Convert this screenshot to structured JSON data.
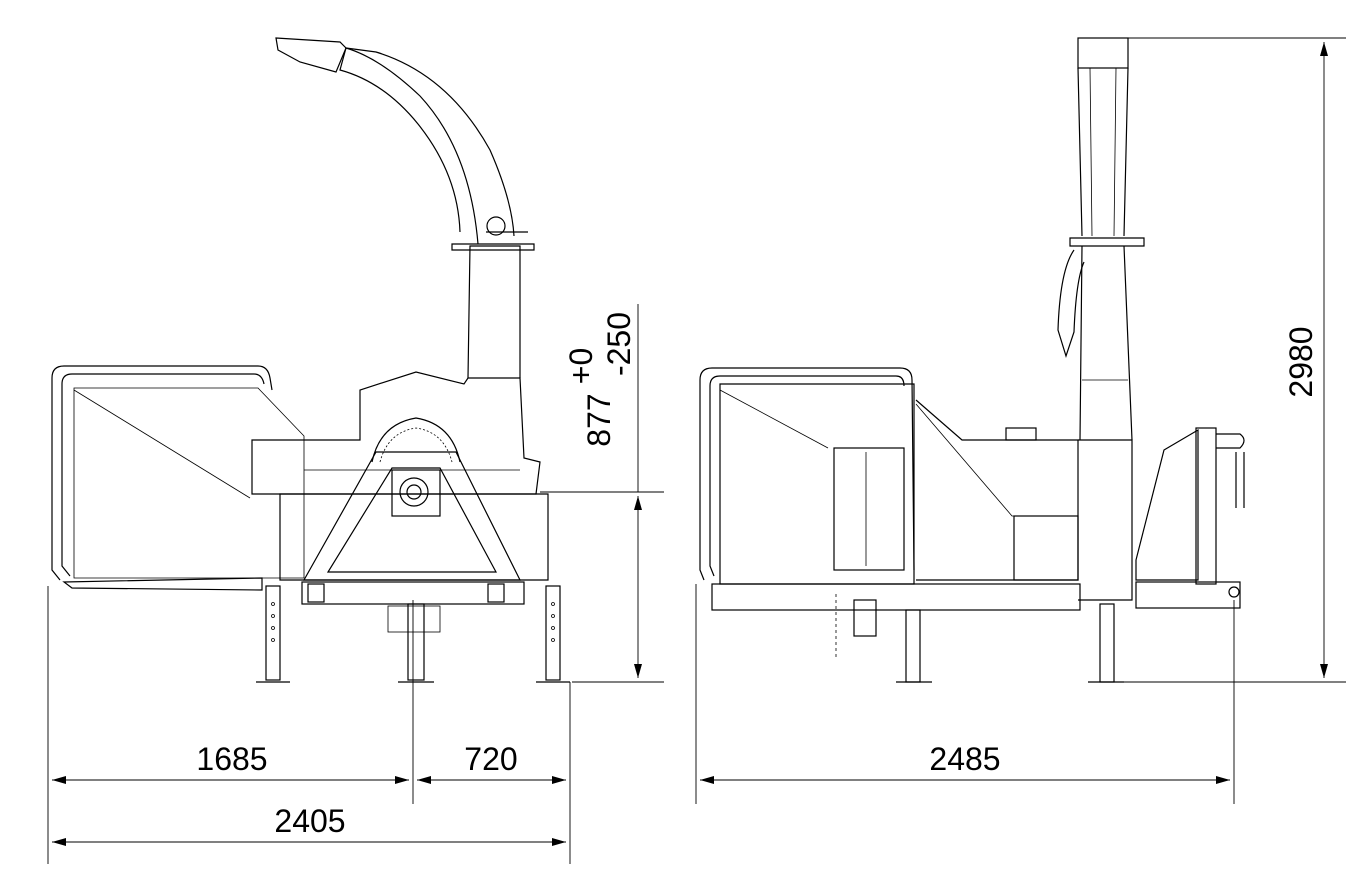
{
  "drawing": {
    "views": [
      {
        "id": "front-view"
      },
      {
        "id": "side-view"
      }
    ],
    "dimensions": {
      "left_part_width": "1685",
      "right_part_width": "720",
      "overall_width_front": "2405",
      "overall_length_side": "2485",
      "overall_height": "2980",
      "input_height": "877",
      "tolerance_upper": "+0",
      "tolerance_lower": "-250"
    }
  }
}
